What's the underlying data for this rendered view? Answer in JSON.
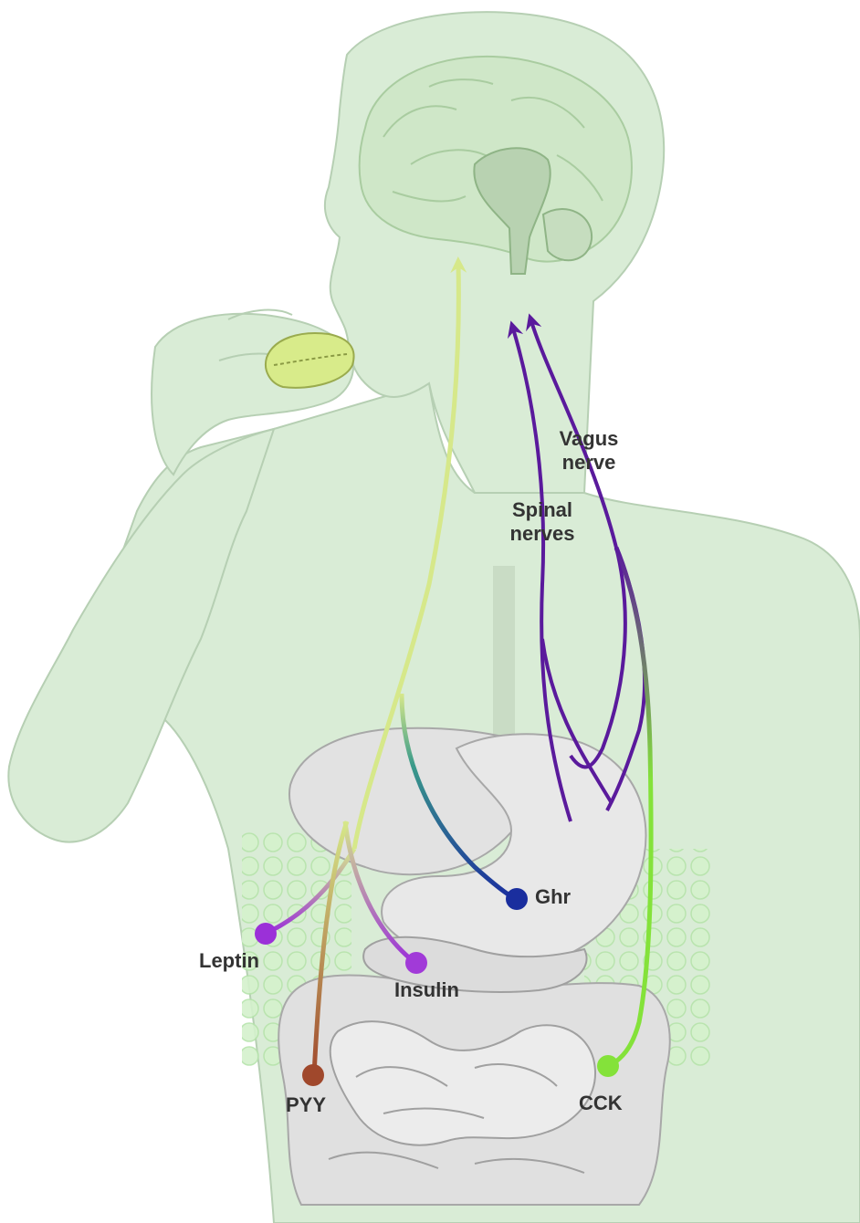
{
  "labels": {
    "vagus_line1": "Vagus",
    "vagus_line2": "nerve",
    "spinal_line1": "Spinal",
    "spinal_line2": "nerves",
    "ghr": "Ghr",
    "leptin": "Leptin",
    "insulin": "Insulin",
    "pyy": "PYY",
    "cck": "CCK"
  },
  "colors": {
    "body": "#d9ecd6",
    "body_outline": "#b6cfb3",
    "organ": "#dedede",
    "organ_outline": "#a8a8a8",
    "fat": "#c9ecc0",
    "nerve": "#5a1a9c",
    "hormone_to_brain": "#d6e88a",
    "ghrelin": "#1a2e9e",
    "leptin": "#9b30d8",
    "insulin": "#a13ad8",
    "pyy": "#a0482c",
    "cck": "#84e23a",
    "food": "#d8eb8a"
  }
}
